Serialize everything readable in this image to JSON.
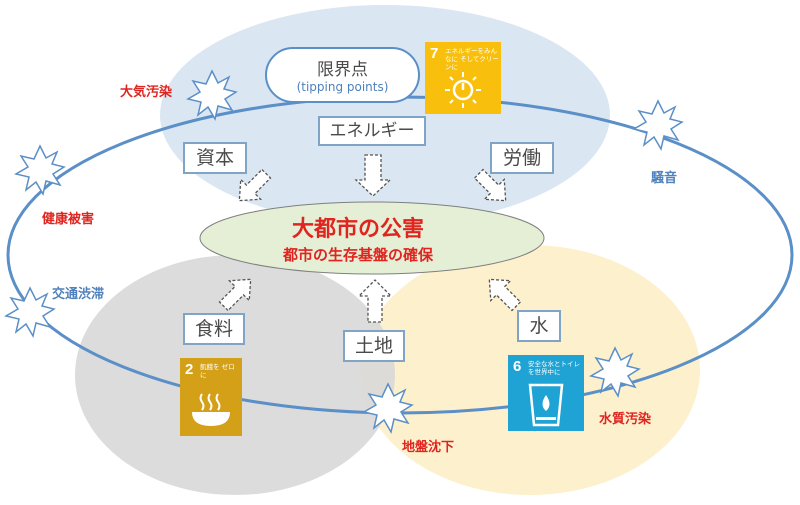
{
  "center": {
    "title": "大都市の公害",
    "subtitle": "都市の生存基盤の確保"
  },
  "tipping": {
    "line1": "限界点",
    "line2": "(tipping points)"
  },
  "resources": {
    "energy": "エネルギー",
    "capital": "資本",
    "labor": "労働",
    "food": "食料",
    "land": "土地",
    "water": "水"
  },
  "pollution": {
    "air": "大気汚染",
    "health": "健康被害",
    "traffic": "交通渋滞",
    "noise": "騒音",
    "water": "水質汚染",
    "subsidence": "地盤沈下"
  },
  "sdg": {
    "goal7": {
      "number": "7",
      "caption": "エネルギーをみんなに そしてクリーンに",
      "color": "#f9bf0d"
    },
    "goal2": {
      "number": "2",
      "caption": "飢餓を ゼロに",
      "color": "#d4a017"
    },
    "goal6": {
      "number": "6",
      "caption": "安全な水とトイレ を世界中に",
      "color": "#1fa3d4"
    }
  },
  "colors": {
    "energy_circle": "#dbe6f3",
    "food_circle": "#d9d9d9",
    "water_circle": "#fdf0cc",
    "cycle_line": "#5b8fc7",
    "center_fill": "#e5efd6",
    "accent_red": "#e0241f",
    "accent_blue": "#4f81bd"
  }
}
